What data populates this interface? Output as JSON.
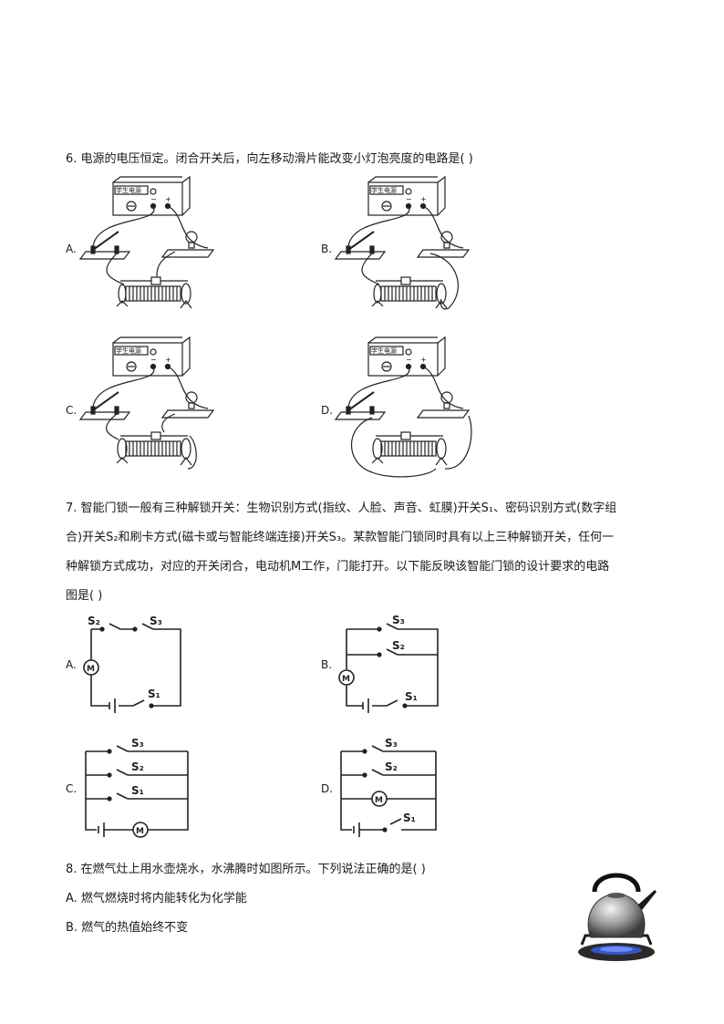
{
  "q6": {
    "stem": "6. 电源的电压恒定。闭合开关后，向左移动滑片能改变小灯泡亮度的电路是(    )",
    "options": [
      "A.",
      "B.",
      "C.",
      "D."
    ],
    "supply_label": "学生电源",
    "supply_minus": "−",
    "supply_plus": "+"
  },
  "q7": {
    "stem_lines": [
      "7. 智能门锁一般有三种解锁开关：生物识别方式(指纹、人脸、声音、虹膜)开关S₁、密码识别方式(数字组",
      "合)开关S₂和刷卡方式(磁卡或与智能终端连接)开关S₃。某款智能门锁同时具有以上三种解锁开关，任何一",
      "种解锁方式成功，对应的开关闭合，电动机M工作，门能打开。以下能反映该智能门锁的设计要求的电路",
      "图是(    )"
    ],
    "options": [
      "A.",
      "B.",
      "C.",
      "D."
    ],
    "s1": "S₁",
    "s2": "S₂",
    "s3": "S₃",
    "motor": "M"
  },
  "q8": {
    "stem": "8. 在燃气灶上用水壶烧水，水沸腾时如图所示。下列说法正确的是(    )",
    "choice_a": "A. 燃气燃烧时将内能转化为化学能",
    "choice_b": "B. 燃气的热值始终不变"
  }
}
